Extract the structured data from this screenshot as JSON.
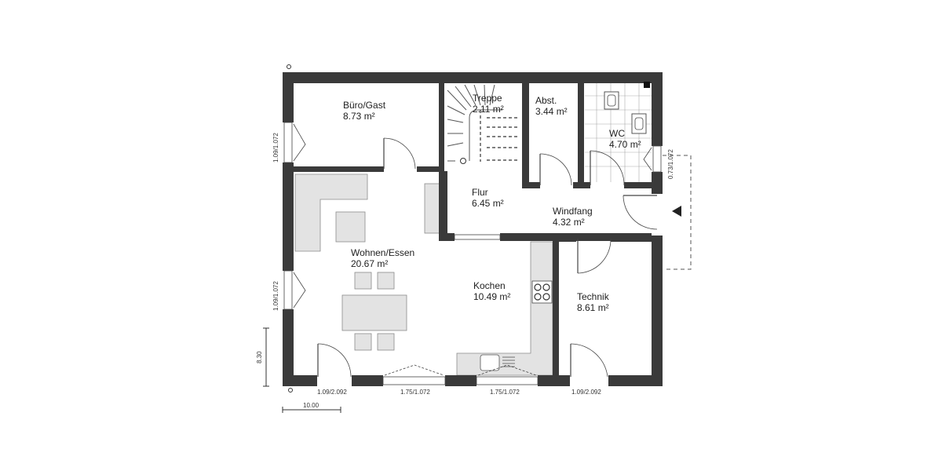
{
  "rooms": [
    {
      "id": "buero",
      "name": "Büro/Gast",
      "area": "8.73 m²"
    },
    {
      "id": "treppe",
      "name": "Treppe",
      "area": "2.11 m²"
    },
    {
      "id": "abst",
      "name": "Abst.",
      "area": "3.44 m²"
    },
    {
      "id": "wc",
      "name": "WC",
      "area": "4.70 m²"
    },
    {
      "id": "flur",
      "name": "Flur",
      "area": "6.45 m²"
    },
    {
      "id": "windfang",
      "name": "Windfang",
      "area": "4.32 m²"
    },
    {
      "id": "wohnen",
      "name": "Wohnen/Essen",
      "area": "20.67 m²"
    },
    {
      "id": "kochen",
      "name": "Kochen",
      "area": "10.49 m²"
    },
    {
      "id": "technik",
      "name": "Technik",
      "area": "8.61 m²"
    }
  ],
  "openings": {
    "left_upper": "1.09/1.072",
    "left_lower": "1.09/1.072",
    "bottom_1": "1.09/2.092",
    "bottom_2": "1.75/1.072",
    "bottom_3": "1.75/1.072",
    "bottom_4": "1.09/2.092",
    "right_upper": "0.73/1.072"
  },
  "dimensions": {
    "width": "10.00",
    "depth": "8.30"
  },
  "entrance_icon": "entrance-triangle-icon"
}
